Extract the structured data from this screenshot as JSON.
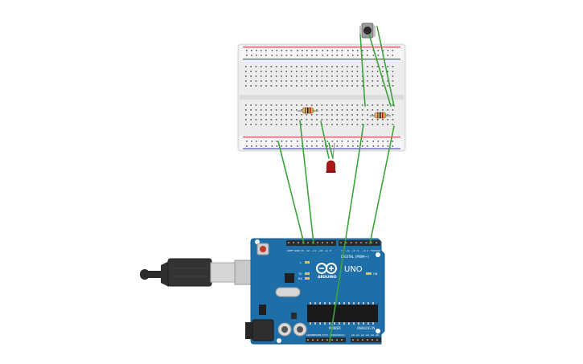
{
  "arduino": {
    "brand": "ARDUINO",
    "model": "UNO",
    "digital_label": "DIGITAL (PWM~)",
    "power_label": "POWER",
    "analog_label": "ANALOG IN",
    "on_label": "ON",
    "l_label": "L",
    "tx_label": "TX",
    "rx_label": "RX",
    "board_color": "#1e6fa8",
    "header_color": "#2b2b2b"
  },
  "breadboard": {
    "rail_color_top": "#d33",
    "rail_color_bottom": "#33a",
    "body_color": "#eeeeee"
  },
  "components": {
    "led_color": "#b01818",
    "wire_color": "#3aa53a"
  }
}
